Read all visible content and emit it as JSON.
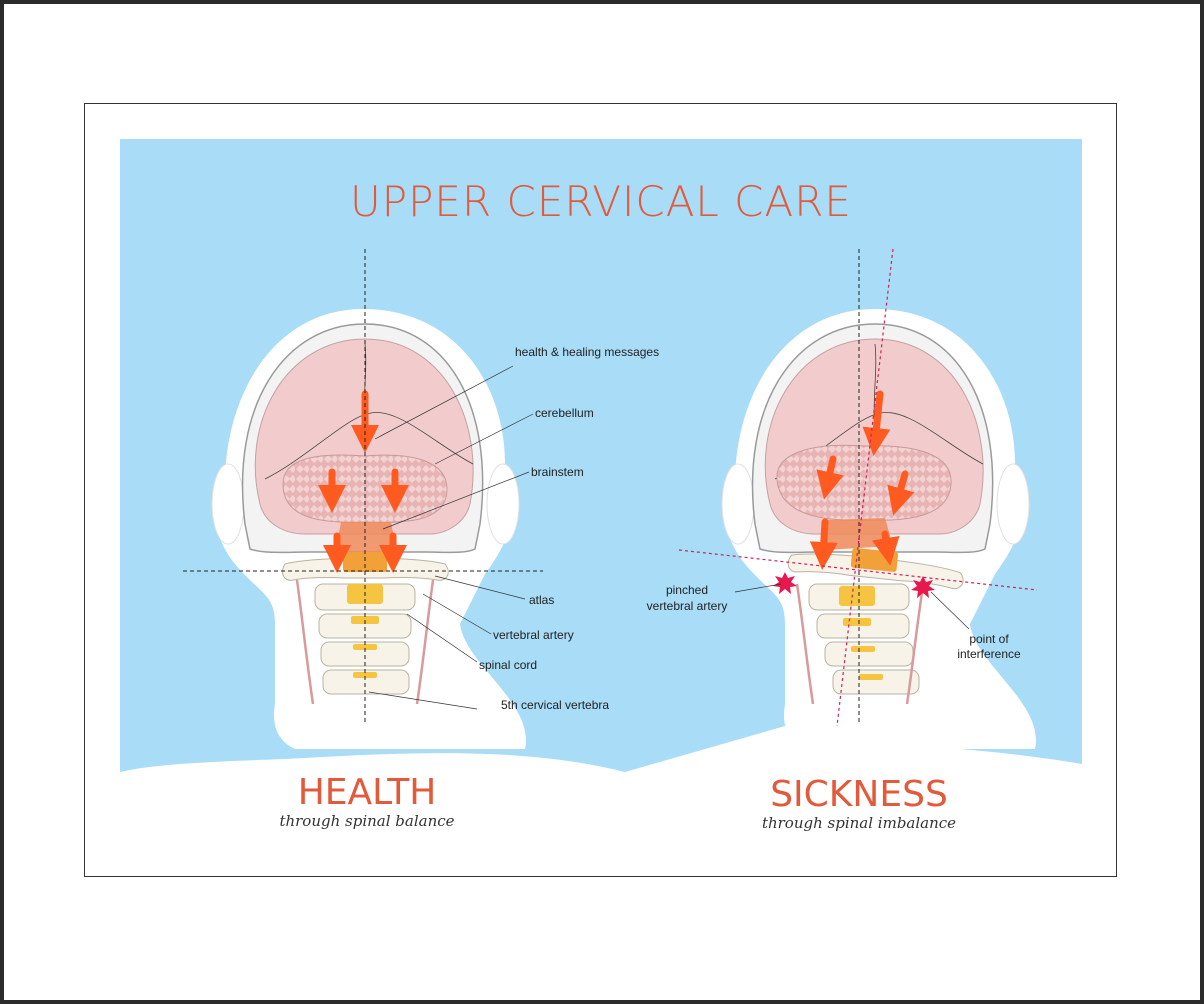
{
  "title": "UPPER CERVICAL CARE",
  "left_panel": {
    "heading": "HEALTH",
    "subheading": "through spinal balance",
    "labels": {
      "messages": "health & healing messages",
      "cerebellum": "cerebellum",
      "brainstem": "brainstem",
      "atlas": "atlas",
      "vertebral_artery": "vertebral artery",
      "spinal_cord": "spinal cord",
      "fifth_vertebra": "5th cervical vertebra"
    }
  },
  "right_panel": {
    "heading": "SICKNESS",
    "subheading": "through spinal imbalance",
    "labels": {
      "pinched_line1": "pinched",
      "pinched_line2": "vertebral artery",
      "interference_line1": "point of",
      "interference_line2": "interference"
    }
  },
  "colors": {
    "background": "#a8dcf7",
    "brain": "#f2cccc",
    "accent_text": "#e25a3a",
    "arrow": "#ff5a1f",
    "atlas_bone": "#f5c542",
    "misalignment_line": "#d0215a",
    "interference_star": "#e8174d"
  }
}
